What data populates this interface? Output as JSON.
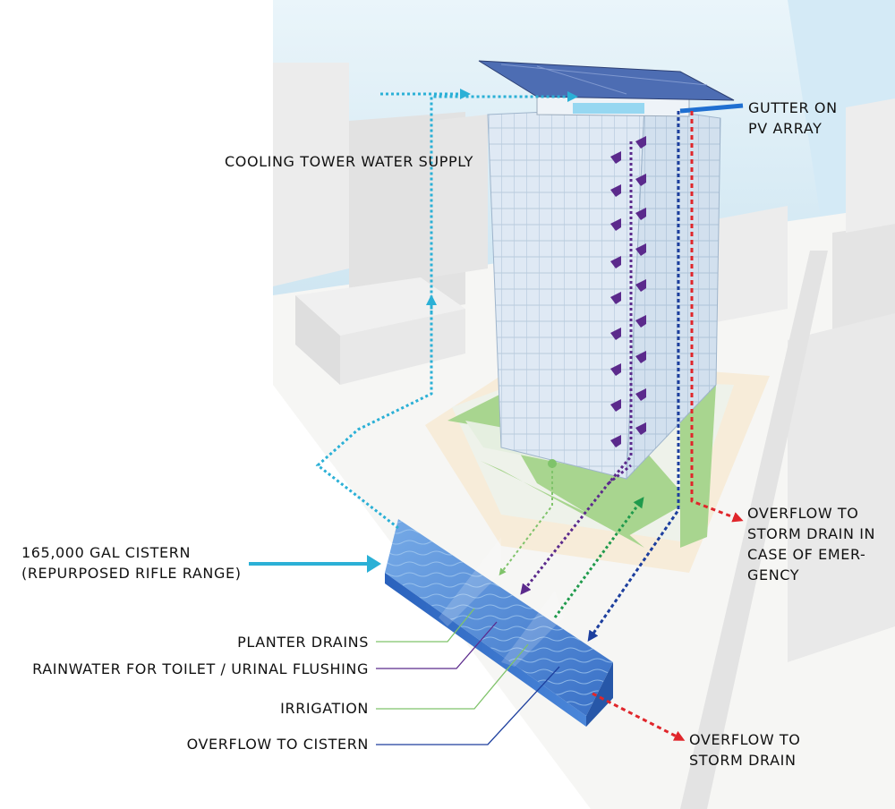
{
  "labels": {
    "cooling_tower": "COOLING TOWER WATER SUPPLY",
    "gutter_line1": "GUTTER ON",
    "gutter_line2": "PV ARRAY",
    "cistern_line1": "165,000 GAL CISTERN",
    "cistern_line2": "(REPURPOSED RIFLE RANGE)",
    "overflow_emergency_line1": "OVERFLOW TO",
    "overflow_emergency_line2": "STORM DRAIN IN",
    "overflow_emergency_line3": "CASE OF EMER-",
    "overflow_emergency_line4": "GENCY",
    "planter_drains": "PLANTER DRAINS",
    "rainwater_flushing": "RAINWATER FOR TOILET /  URINAL FLUSHING",
    "irrigation": "IRRIGATION",
    "overflow_cistern": "OVERFLOW TO CISTERN",
    "overflow_storm_line1": "OVERFLOW TO",
    "overflow_storm_line2": "STORM DRAIN"
  },
  "colors": {
    "cooling_supply": "#2bb0d6",
    "gutter": "#1f6fd1",
    "overflow_to_cistern": "#1d3f9e",
    "overflow_storm": "#e0262b",
    "rainwater_flushing": "#5b2a8c",
    "irrigation": "#1f9a4c",
    "planter_drains": "#7fc36a",
    "cistern": "#3f7fd6",
    "landscape": "#a8d58f"
  }
}
